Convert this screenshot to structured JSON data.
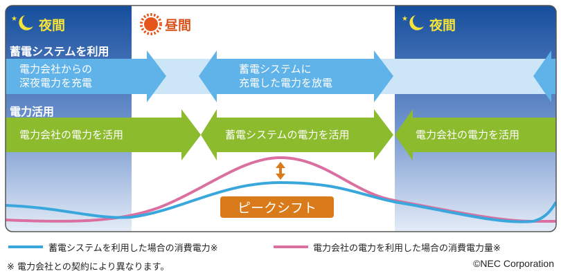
{
  "periods": {
    "night_left": "夜間",
    "day": "昼間",
    "night_right": "夜間"
  },
  "sections": {
    "storage": "蓄電システムを利用",
    "power": "電力活用"
  },
  "storage_arrows": {
    "left": [
      "電力会社からの",
      "深夜電力を充電"
    ],
    "middle": [
      "蓄電システムに",
      "充電した電力を放電"
    ]
  },
  "power_arrows": {
    "left": "電力会社の電力を活用",
    "middle": "蓄電システムの電力を活用",
    "right": "電力会社の電力を活用"
  },
  "peak_shift": "ピークシフト",
  "legend": {
    "blue": "蓄電システムを利用した場合の消費電力※",
    "pink": "電力会社の電力を利用した場合の消費電力量※"
  },
  "footnote": "※ 電力会社との契約により異なります。",
  "copyright": "©NEC Corporation",
  "colors": {
    "blue_line": "#3aa7dc",
    "pink_line": "#d9709f",
    "green": "#8cbb2e",
    "arrow_blue": "#5fb3e8",
    "orange": "#d97b1a"
  }
}
